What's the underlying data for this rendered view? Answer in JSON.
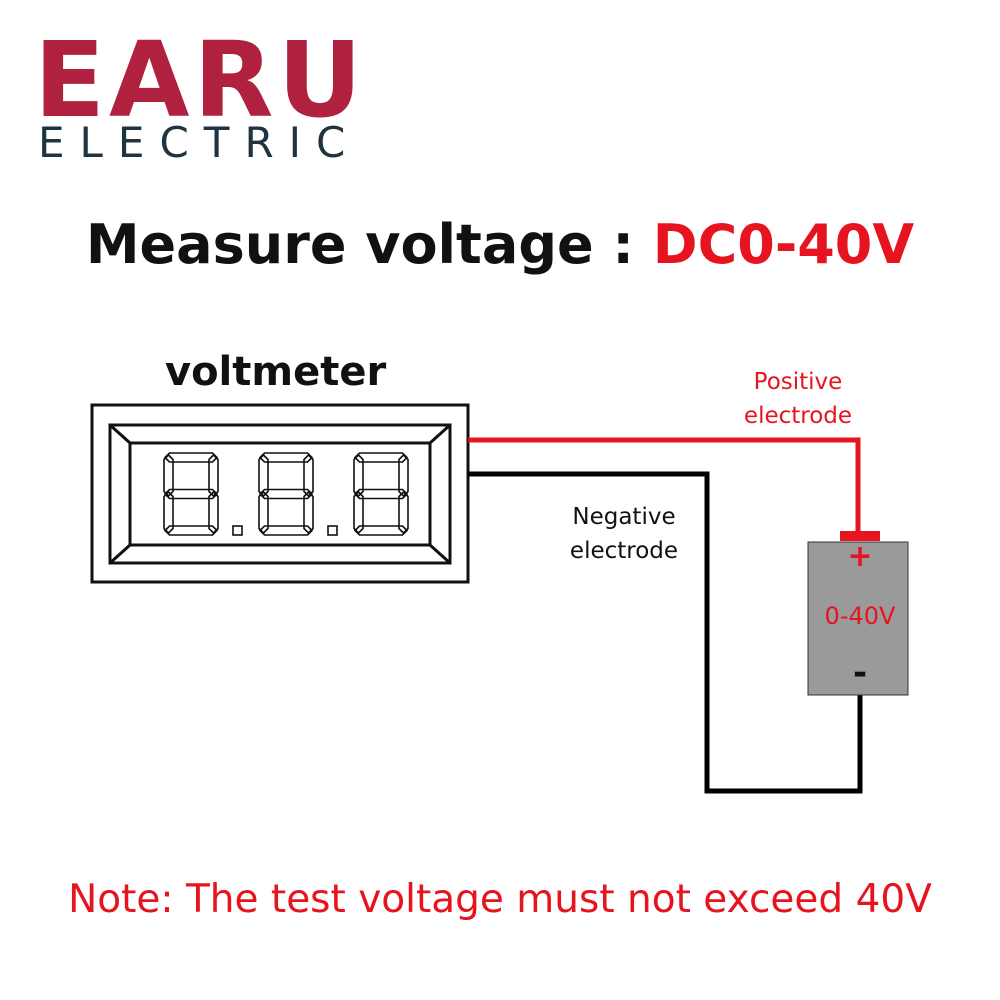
{
  "brand": {
    "name": "EARU",
    "subtitle": "ELECTRIC",
    "name_color": "#b0203f",
    "subtitle_color": "#1e3440"
  },
  "headline": {
    "prefix": "Measure voltage : ",
    "value": "DC0-40V"
  },
  "voltmeter": {
    "label": "voltmeter",
    "display_digits": "8.8.8"
  },
  "wires": {
    "positive_label": [
      "Positive",
      "electrode"
    ],
    "negative_label": [
      "Negative",
      "electrode"
    ],
    "positive_color": "#e6141e",
    "negative_color": "#000000"
  },
  "source": {
    "plus": "+",
    "range": "0-40V",
    "minus": "-",
    "fill_color": "#9a9a9a"
  },
  "note": "Note: The test voltage must not exceed 40V"
}
